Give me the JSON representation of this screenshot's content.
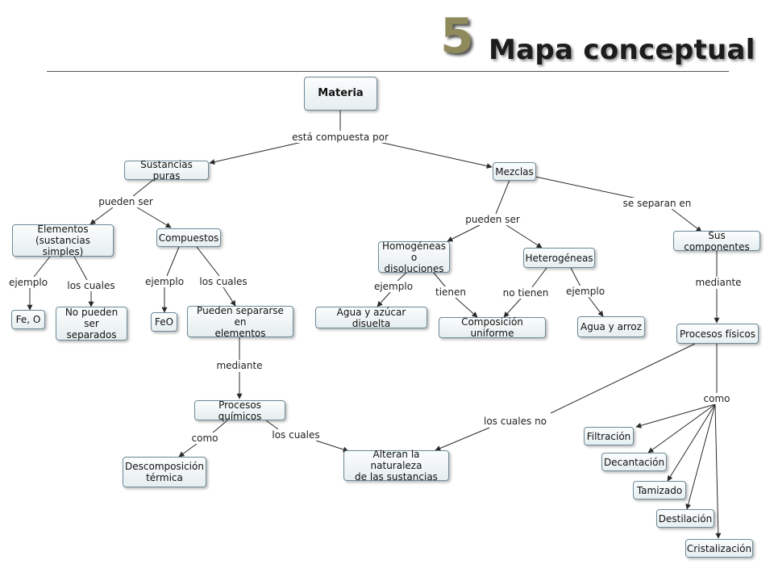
{
  "header": {
    "number": "5",
    "title": "Mapa conceptual"
  },
  "nodes": {
    "materia": "Materia",
    "sustancias_puras": "Sustancias puras",
    "mezclas": "Mezclas",
    "elementos": "Elementos\n(sustancias simples)",
    "compuestos": "Compuestos",
    "homogeneas": "Homogéneas\no disoluciones",
    "heterogeneas": "Heterogéneas",
    "sus_componentes": "Sus componentes",
    "fe_o": "Fe, O",
    "no_pueden": "No pueden\nser separados",
    "feo": "FeO",
    "pueden_separarse": "Pueden separarse en\nelementos",
    "agua_azucar": "Agua y azúcar disuelta",
    "composicion_uniforme": "Composición uniforme",
    "agua_arroz": "Agua y arroz",
    "procesos_fisicos": "Procesos físicos",
    "procesos_quimicos": "Procesos químicos",
    "filtracion": "Filtración",
    "decantacion": "Decantación",
    "tamizado": "Tamizado",
    "destilacion": "Destilación",
    "cristalizacion": "Cristalización",
    "descomposicion": "Descomposición\ntérmica",
    "alteran": "Alteran la naturaleza\nde las sustancias"
  },
  "edge_labels": {
    "esta_compuesta_por": "está compuesta por",
    "pueden_ser_1": "pueden ser",
    "pueden_ser_2": "pueden ser",
    "se_separan_en": "se separan en",
    "ejemplo_1": "ejemplo",
    "los_cuales_1": "los cuales",
    "ejemplo_2": "ejemplo",
    "los_cuales_2": "los cuales",
    "ejemplo_3": "ejemplo",
    "tienen": "tienen",
    "no_tienen": "no tienen",
    "ejemplo_4": "ejemplo",
    "mediante_1": "mediante",
    "mediante_2": "mediante",
    "como_1": "como",
    "los_cuales_3": "los cuales",
    "como_2": "como",
    "los_cuales_no": "los cuales no"
  },
  "colors": {
    "line": "#2a2a2a",
    "node_border": "#6d8a98",
    "title_number": "#8f8a5c"
  }
}
